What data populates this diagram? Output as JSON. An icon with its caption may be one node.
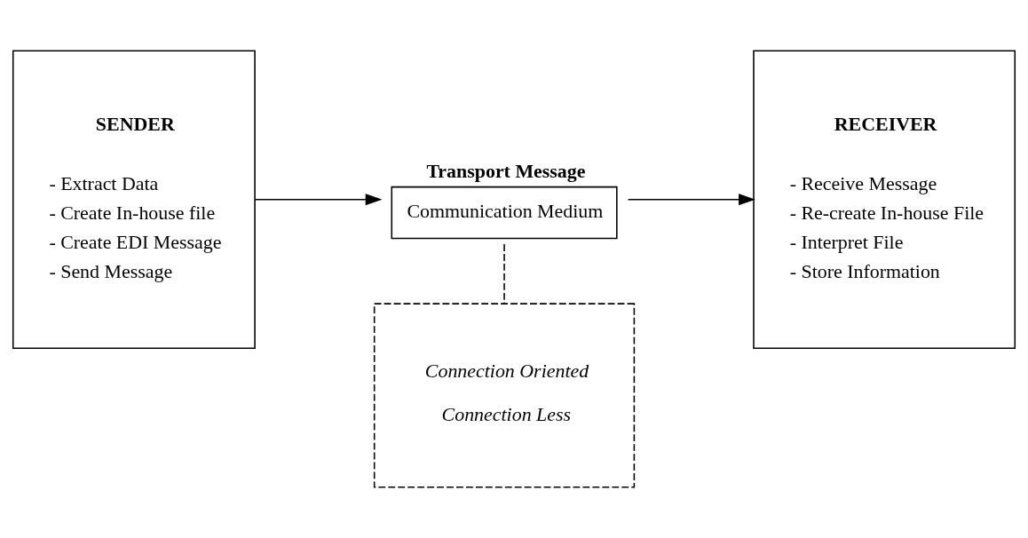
{
  "diagram": {
    "nodes": [
      {
        "text": [
          "SENDER",
          "- Extract Data",
          "- Create In-house file",
          "- Create EDI Message",
          "- Send Message"
        ]
      },
      {
        "text": [
          "Transport Message",
          "Communication Medium"
        ]
      },
      {
        "text": [
          "RECEIVER",
          "- Receive Message",
          "- Re-create In-house File",
          "- Interpret File",
          "- Store Information"
        ]
      },
      {
        "text": [
          "Connection Oriented",
          "Connection Less"
        ]
      }
    ],
    "edges": [
      {
        "from": 0,
        "to": 1,
        "arrow": "to"
      },
      {
        "from": 1,
        "to": 2,
        "arrow": "to"
      },
      {
        "from": 1,
        "to": 3,
        "arrow": "none",
        "style": "dashed"
      }
    ]
  }
}
